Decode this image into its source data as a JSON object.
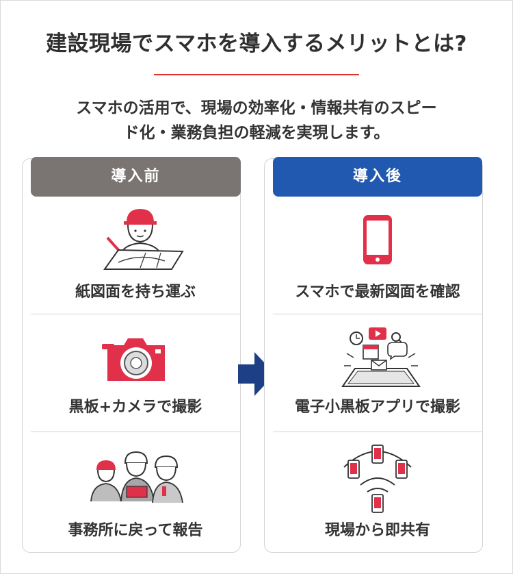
{
  "title": "建設現場でスマホを導入するメリットとは?",
  "lead": {
    "line1": "スマホの活用で、現場の効率化・情報共有のスピー",
    "line2": "ド化・業務負担の軽減を実現します。"
  },
  "before": {
    "header": "導入前",
    "items": [
      {
        "label": "紙図面を持ち運ぶ",
        "icon": "worker-drawing-icon"
      },
      {
        "label": "黒板+カメラで撮影",
        "icon": "camera-icon"
      },
      {
        "label": "事務所に戻って報告",
        "icon": "workers-meeting-icon"
      }
    ]
  },
  "after": {
    "header": "導入後",
    "items": [
      {
        "label": "スマホで最新図面を確認",
        "icon": "smartphone-icon"
      },
      {
        "label": "電子小黒板アプリで撮影",
        "icon": "tablet-apps-icon"
      },
      {
        "label": "現場から即共有",
        "icon": "share-phones-icon"
      }
    ]
  },
  "colors": {
    "accent_red": "#e1312f",
    "before_header": "#7a7573",
    "after_header": "#2158b0",
    "arrow": "#1d3f86"
  }
}
